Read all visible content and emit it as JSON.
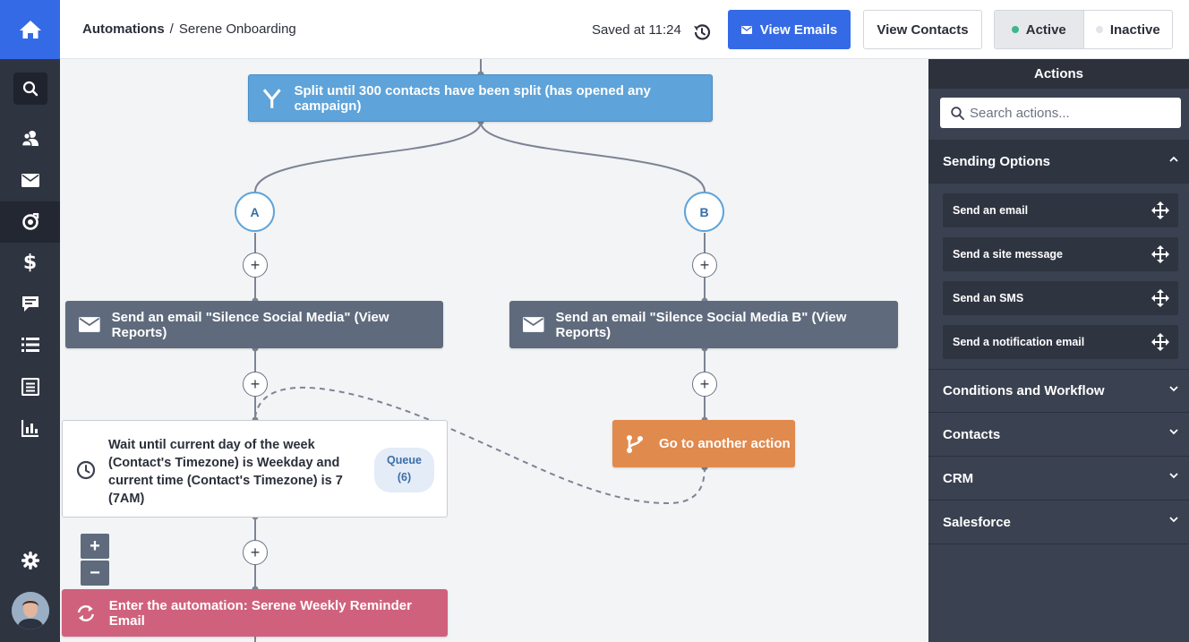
{
  "header": {
    "breadcrumb_root": "Automations",
    "breadcrumb_sep": "/",
    "breadcrumb_current": "Serene Onboarding",
    "saved_text": "Saved at 11:24",
    "view_emails": "View Emails",
    "view_contacts": "View Contacts",
    "active": "Active",
    "inactive": "Inactive"
  },
  "colors": {
    "primary": "#356ae6",
    "active_dot": "#3fb68b",
    "split_node": "#5ea3d9",
    "email_node": "#5f6b7d",
    "goto_node": "#e08a4e",
    "enter_node": "#d0617c"
  },
  "nav": {
    "icons": [
      "home-icon",
      "search-icon",
      "contacts-icon",
      "email-icon",
      "automations-icon",
      "deals-icon",
      "conversations-icon",
      "lists-icon",
      "forms-icon",
      "reports-icon",
      "settings-icon"
    ]
  },
  "canvas": {
    "split": "Split until 300 contacts have been split (has opened any campaign)",
    "branch_a": "A",
    "branch_b": "B",
    "email_a": "Send an email \"Silence Social Media\" (View Reports)",
    "email_b": "Send an email \"Silence Social Media B\" (View Reports)",
    "wait": "Wait until current day of the week (Contact's Timezone) is Weekday and current time (Contact's Timezone) is 7 (7AM)",
    "queue_label": "Queue",
    "queue_count": "(6)",
    "goto": "Go to another action",
    "enter": "Enter the automation: Serene Weekly Reminder Email",
    "plus": "+",
    "zoom_in": "+",
    "zoom_out": "−"
  },
  "panel": {
    "title": "Actions",
    "search_placeholder": "Search actions...",
    "sections": [
      {
        "label": "Sending Options",
        "expanded": true
      },
      {
        "label": "Conditions and Workflow"
      },
      {
        "label": "Contacts"
      },
      {
        "label": "CRM"
      },
      {
        "label": "Salesforce"
      }
    ],
    "items": [
      "Send an email",
      "Send a site message",
      "Send an SMS",
      "Send a notification email"
    ]
  }
}
